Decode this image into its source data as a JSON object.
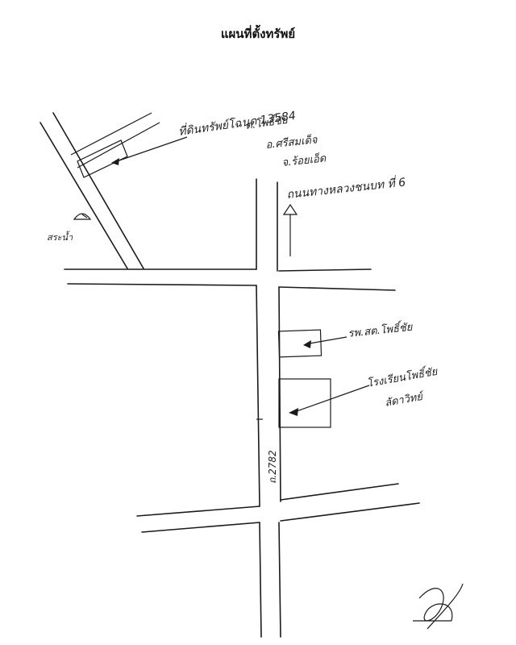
{
  "title": "แผนที่ตั้งทรัพย์",
  "labels": {
    "property_line1": "ที่ดินทรัพย์โฉนด 13584",
    "property_line2": "ต.โพธิ์ชัย",
    "property_line3": "อ.ศรีสมเด็จ",
    "property_line4": "จ.ร้อยเอ็ด",
    "highway": "ถนนทางหลวงชนบท ที่ 6",
    "pond": "สระน้ำ",
    "hospital": "รพ.สต.โพธิ์ชัย",
    "school_line1": "โรงเรียนโพธิ์ชัย",
    "school_line2": "ลัดาวิทย์",
    "road_code": "ถ.2782"
  },
  "colors": {
    "ink": "#1a1a1a",
    "background": "#ffffff"
  }
}
